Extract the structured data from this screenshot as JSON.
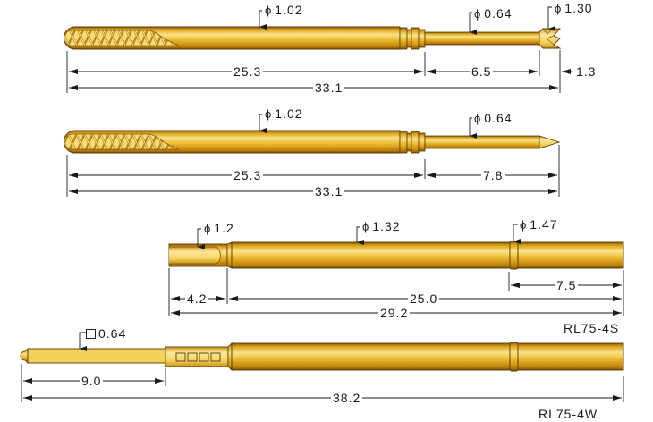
{
  "diagram": {
    "type": "technical drawing - spring test probe dimensions",
    "units": "mm",
    "colors": {
      "gold_light": "#f7d76a",
      "gold_mid": "#e0a820",
      "gold_dark": "#9a6a0a",
      "outline": "#5a3a05",
      "dimension_line": "#1a1a1a",
      "background": "#ffffff"
    }
  },
  "probe1": {
    "name": "crown-tip probe",
    "barrel_diameter": "1.02",
    "plunger_diameter": "0.64",
    "tip_diameter": "1.30",
    "dim_barrel_length": "25.3",
    "dim_plunger_length": "6.5",
    "dim_tip_length": "1.3",
    "dim_total_length": "33.1",
    "tip_style": "crown"
  },
  "probe2": {
    "name": "pointed-tip probe",
    "barrel_diameter": "1.02",
    "plunger_diameter": "0.64",
    "dim_barrel_length": "25.3",
    "dim_plunger_length": "7.8",
    "dim_total_length": "33.1",
    "tip_style": "spear"
  },
  "receptacle_s": {
    "model": "RL75-4S",
    "end_diameter": "1.2",
    "body_diameter": "1.32",
    "collar_diameter": "1.47",
    "dim_end_length": "4.2",
    "dim_body_length": "25.0",
    "dim_collar_to_end": "7.5",
    "dim_total_length": "29.2"
  },
  "receptacle_w": {
    "model": "RL75-4W",
    "wire_pin_size": "0.64",
    "wire_pin_shape": "square",
    "dim_pin_length": "9.0",
    "dim_total_length": "38.2"
  }
}
